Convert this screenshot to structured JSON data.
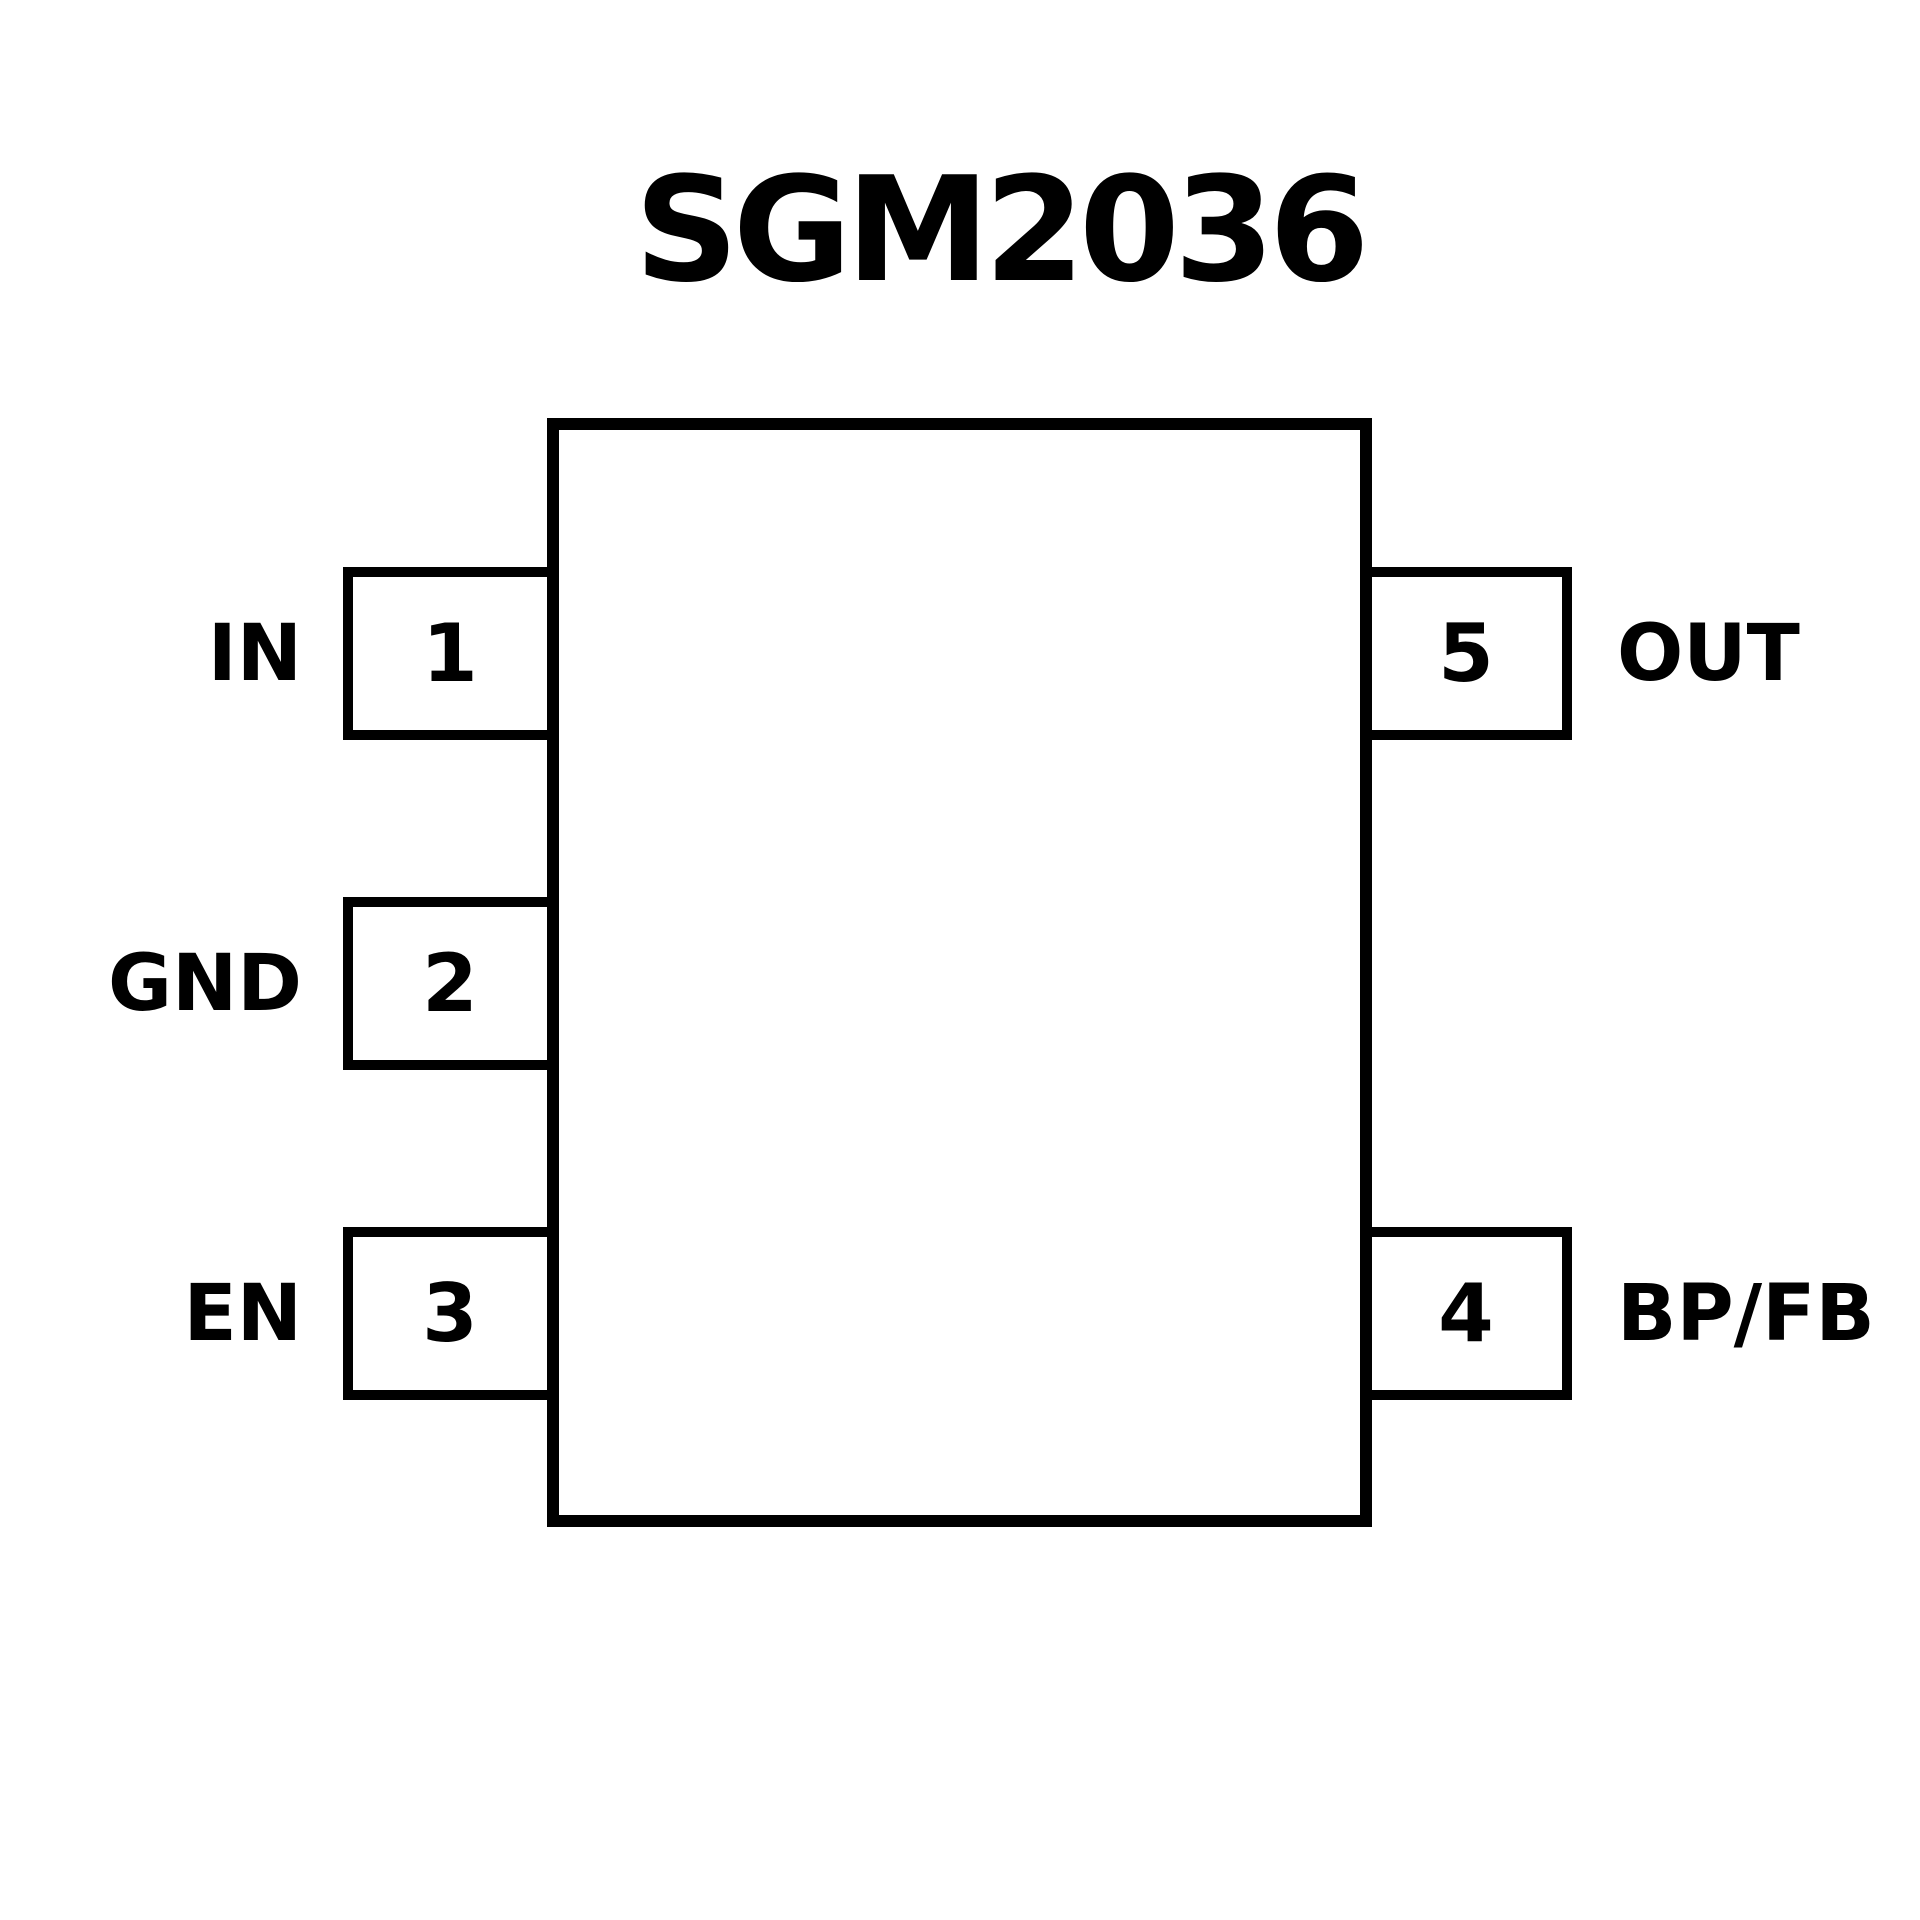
{
  "title": "SGM2036",
  "diagram_type": "ic-pinout-top-view",
  "colors": {
    "ink": "#000000",
    "background": "#ffffff"
  },
  "pins": {
    "left": [
      {
        "number": "1",
        "label": "IN"
      },
      {
        "number": "2",
        "label": "GND"
      },
      {
        "number": "3",
        "label": "EN"
      }
    ],
    "right": [
      {
        "number": "5",
        "label": "OUT"
      },
      {
        "number": "4",
        "label": "BP/FB"
      }
    ]
  }
}
